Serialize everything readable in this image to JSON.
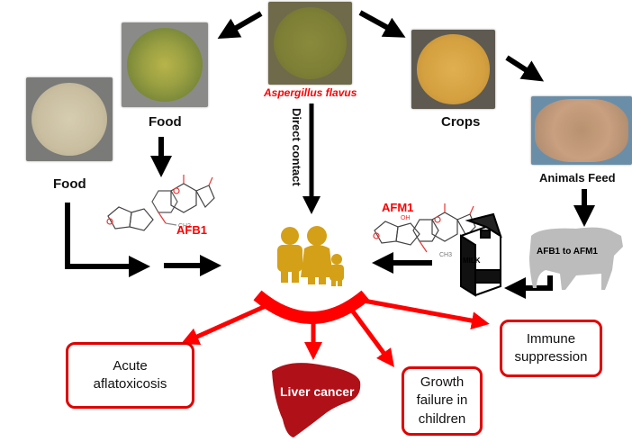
{
  "source": {
    "label": "Aspergillus flavus",
    "color": "#ff0000",
    "image": "aspergillus-culture-dish"
  },
  "food_sources": [
    {
      "label": "Food",
      "image": "pistachio-dish"
    },
    {
      "label": "Food",
      "image": "peanut-dish"
    }
  ],
  "crops": {
    "label": "Crops",
    "image": "corn-dish"
  },
  "animal_feed": {
    "label": "Animals Feed",
    "image": "feed-pellets"
  },
  "direct_contact": {
    "label": "Direct contact"
  },
  "toxins": {
    "afb1": {
      "label": "AFB1",
      "substituent": "CH3",
      "color": "#ff0000"
    },
    "afm1": {
      "label": "AFM1",
      "substituent": "CH3",
      "hydroxyl": "OH",
      "color": "#ff0000"
    }
  },
  "cow": {
    "label": "AFB1 to AFM1"
  },
  "milk": {
    "label": "MILK"
  },
  "humans": {
    "icon": "family-icon",
    "color": "#d4a017"
  },
  "effects": [
    {
      "label_lines": [
        "Acute",
        "aflatoxicosis"
      ]
    },
    {
      "label": "Liver cancer",
      "fill": "#b01018"
    },
    {
      "label_lines": [
        "Growth",
        "failure in",
        "children"
      ]
    },
    {
      "label_lines": [
        "Immune",
        "suppression"
      ]
    }
  ],
  "colors": {
    "effect_arrow": "#ff0000",
    "box_border": "#e00000",
    "flow_arrow": "#000000"
  }
}
